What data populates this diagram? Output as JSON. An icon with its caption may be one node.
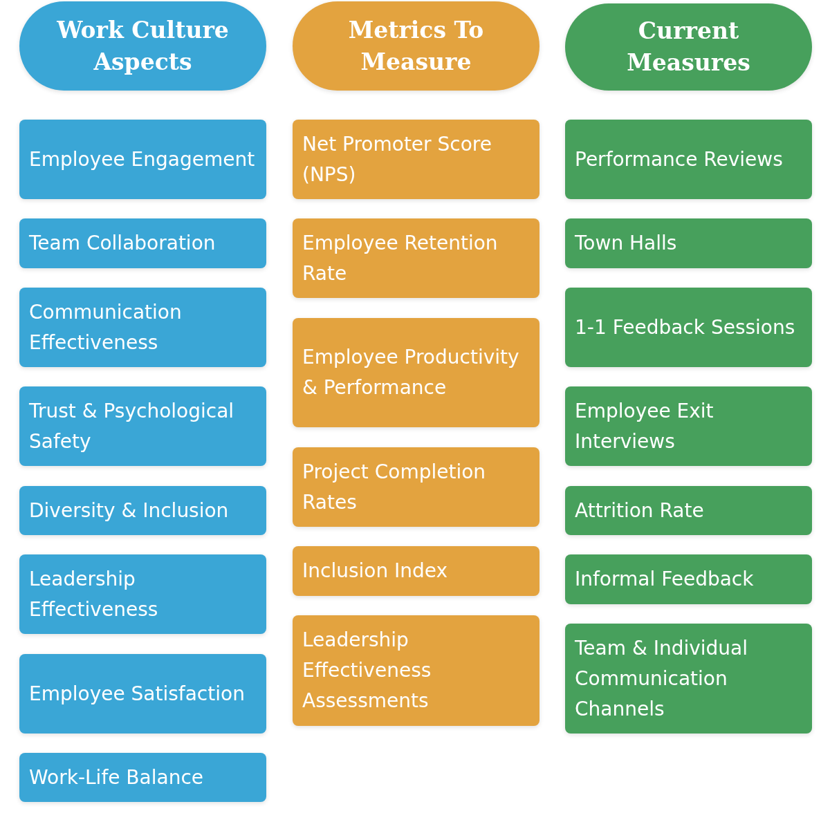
{
  "diagram": {
    "nodes": [
      {
        "text": [
          "Work Culture Aspects"
        ]
      },
      {
        "text": [
          "Employee Engagement"
        ]
      },
      {
        "text": [
          "Team Collaboration"
        ]
      },
      {
        "text": [
          "Communication Effectiveness"
        ]
      },
      {
        "text": [
          "Trust & Psychological Safety"
        ]
      },
      {
        "text": [
          "Diversity & Inclusion"
        ]
      },
      {
        "text": [
          "Leadership Effectiveness"
        ]
      },
      {
        "text": [
          "Employee Satisfaction"
        ]
      },
      {
        "text": [
          "Work-Life Balance"
        ]
      },
      {
        "text": [
          "Metrics To Measure"
        ]
      },
      {
        "text": [
          "Net Promoter Score (NPS)"
        ]
      },
      {
        "text": [
          "Employee Retention Rate"
        ]
      },
      {
        "text": [
          "Employee Productivity & Performance"
        ]
      },
      {
        "text": [
          "Project Completion Rates"
        ]
      },
      {
        "text": [
          "Inclusion Index"
        ]
      },
      {
        "text": [
          "Leadership Effectiveness Assessments"
        ]
      },
      {
        "text": [
          "Current Measures"
        ]
      },
      {
        "text": [
          "Performance Reviews"
        ]
      },
      {
        "text": [
          "Town Halls"
        ]
      },
      {
        "text": [
          "1-1 Feedback Sessions"
        ]
      },
      {
        "text": [
          "Employee Exit Interviews"
        ]
      },
      {
        "text": [
          "Attrition Rate"
        ]
      },
      {
        "text": [
          "Informal Feedback"
        ]
      },
      {
        "text": [
          "Team & Individual Communication Channels"
        ]
      }
    ]
  }
}
